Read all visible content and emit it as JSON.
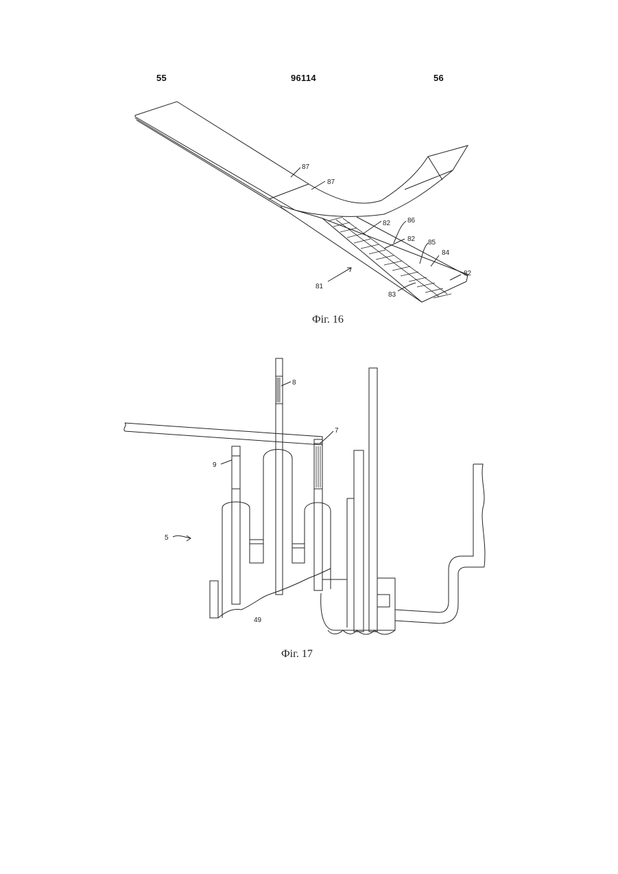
{
  "header": {
    "left_page": "55",
    "patent_number": "96114",
    "right_page": "56"
  },
  "figure16": {
    "caption": "Фіг. 16",
    "labels": {
      "l87a": "87",
      "l87b": "87",
      "l82a": "82",
      "l86": "86",
      "l82b": "82",
      "l85": "85",
      "l84": "84",
      "l82c": "82",
      "l81": "81",
      "l83": "83"
    }
  },
  "figure17": {
    "caption": "Фіг. 17",
    "labels": {
      "l8": "8",
      "l7": "7",
      "l9": "9",
      "l5": "5",
      "l49": "49"
    }
  }
}
